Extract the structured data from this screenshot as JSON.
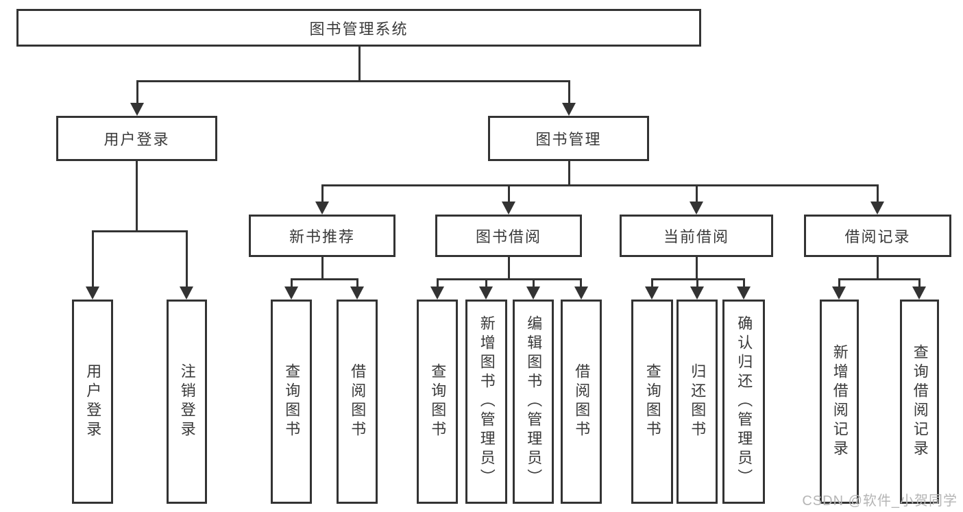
{
  "colors": {
    "line": "#333333",
    "text": "#3a3a3a",
    "watermark": "#b5b5b5",
    "background": "#ffffff"
  },
  "tree": {
    "label": "图书管理系统",
    "children": [
      {
        "label": "用户登录",
        "children": [
          {
            "label": "用户登录"
          },
          {
            "label": "注销登录"
          }
        ]
      },
      {
        "label": "图书管理",
        "children": [
          {
            "label": "新书推荐",
            "children": [
              {
                "label": "查询图书"
              },
              {
                "label": "借阅图书"
              }
            ]
          },
          {
            "label": "图书借阅",
            "children": [
              {
                "label": "查询图书"
              },
              {
                "label": "新增图书（管理员）"
              },
              {
                "label": "编辑图书（管理员）"
              },
              {
                "label": "借阅图书"
              }
            ]
          },
          {
            "label": "当前借阅",
            "children": [
              {
                "label": "查询图书"
              },
              {
                "label": "归还图书"
              },
              {
                "label": "确认归还（管理员）"
              }
            ]
          },
          {
            "label": "借阅记录",
            "children": [
              {
                "label": "新增借阅记录"
              },
              {
                "label": "查询借阅记录"
              }
            ]
          }
        ]
      }
    ]
  },
  "watermark": "CSDN @软件_小贺同学"
}
